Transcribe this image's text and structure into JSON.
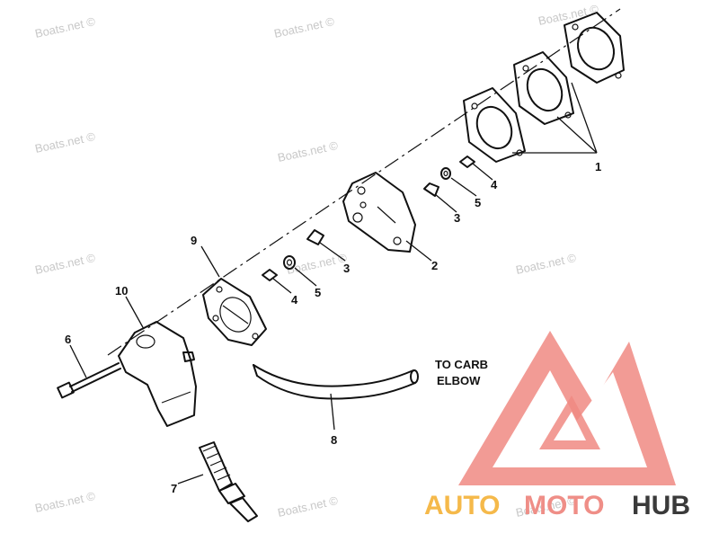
{
  "callouts": {
    "c1": "1",
    "c2": "2",
    "c3a": "3",
    "c3b": "3",
    "c4a": "4",
    "c4b": "4",
    "c5a": "5",
    "c5b": "5",
    "c6": "6",
    "c7": "7",
    "c8": "8",
    "c9": "9",
    "c10": "10"
  },
  "note": {
    "line1": "TO CARB",
    "line2": "ELBOW"
  },
  "watermarks": {
    "w1": "Boats.net ©",
    "w2": "Boats.net ©",
    "w3": "Boats.net ©",
    "w4": "Boats.net ©",
    "w5": "Boats.net ©",
    "w6": "Boats.net ©",
    "w7": "Boats.net ©",
    "w8": "Boats.net ©",
    "w9": "Boats.net ©",
    "w10": "Boats.net ©",
    "w11": "Boats.net ©"
  },
  "logo": {
    "text_auto": "AUTO",
    "text_moto": "MOTO",
    "text_hub": "HUB",
    "colors": {
      "auto": "#f5b94a",
      "moto": "#ef8e87",
      "hub": "#3a3a3a",
      "mark": "#f08a82"
    }
  }
}
